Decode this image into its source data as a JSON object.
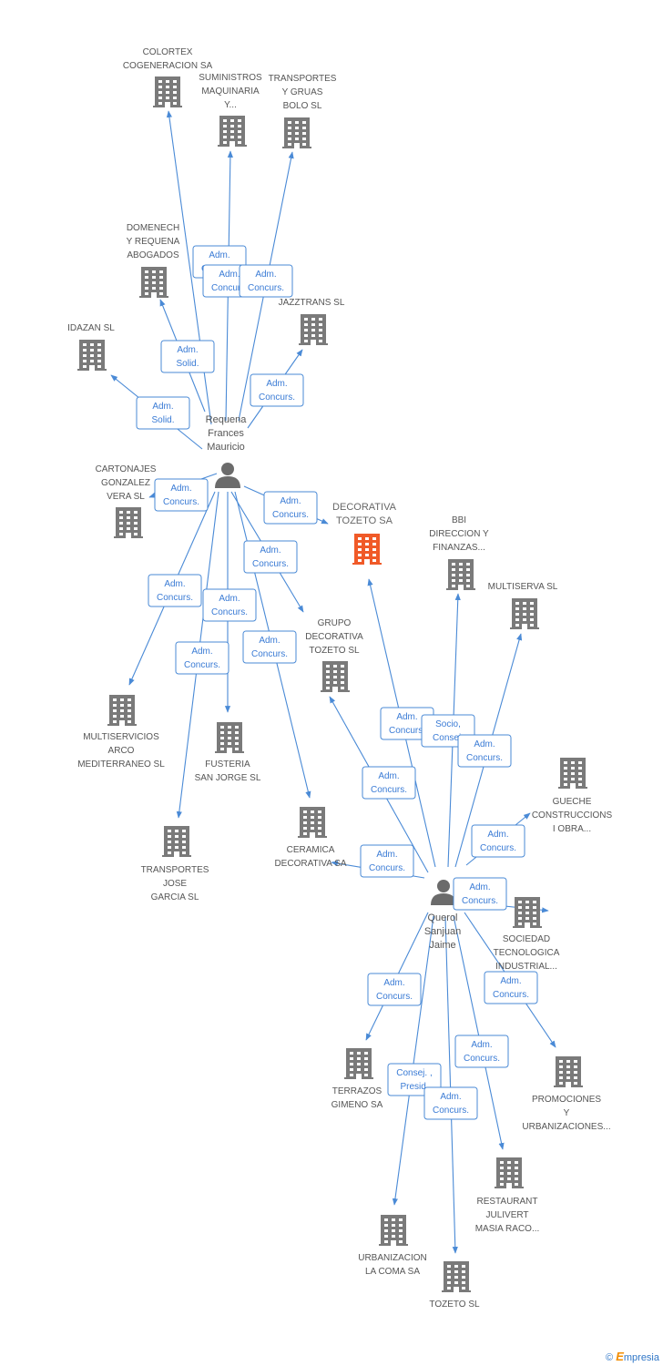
{
  "colors": {
    "edge": "#4a8ad6",
    "building": "#7a7a7a",
    "highlight": "#f05a28",
    "person": "#6b6b6b"
  },
  "people": [
    {
      "id": "p1",
      "lines": [
        "Requena",
        "Frances",
        "Mauricio"
      ]
    },
    {
      "id": "p2",
      "lines": [
        "Querol",
        "Sanjuan",
        "Jaime"
      ]
    }
  ],
  "companies": [
    {
      "id": "colortex",
      "lines": [
        "COLORTEX",
        "COGENERACION SA"
      ]
    },
    {
      "id": "suministros",
      "lines": [
        "SUMINISTROS",
        "MAQUINARIA",
        "Y..."
      ]
    },
    {
      "id": "transportes_bolo",
      "lines": [
        "TRANSPORTES",
        "Y GRUAS",
        "BOLO SL"
      ]
    },
    {
      "id": "domenech",
      "lines": [
        "DOMENECH",
        "Y REQUENA",
        "ABOGADOS"
      ]
    },
    {
      "id": "idazan",
      "lines": [
        "IDAZAN SL"
      ]
    },
    {
      "id": "jazztrans",
      "lines": [
        "JAZZTRANS SL"
      ]
    },
    {
      "id": "cartonajes",
      "lines": [
        "CARTONAJES",
        "GONZALEZ",
        "VERA SL"
      ]
    },
    {
      "id": "decorativa",
      "lines": [
        "DECORATIVA",
        "TOZETO SA"
      ],
      "highlight": true
    },
    {
      "id": "bbi",
      "lines": [
        "BBI",
        "DIRECCION Y",
        "FINANZAS..."
      ]
    },
    {
      "id": "multiserva",
      "lines": [
        "MULTISERVA SL"
      ]
    },
    {
      "id": "grupo",
      "lines": [
        "GRUPO",
        "DECORATIVA",
        "TOZETO SL"
      ]
    },
    {
      "id": "multiservicios",
      "lines": [
        "MULTISERVICIOS",
        "ARCO",
        "MEDITERRANEO SL"
      ]
    },
    {
      "id": "fusteria",
      "lines": [
        "FUSTERIA",
        "SAN JORGE SL"
      ]
    },
    {
      "id": "transportes_jose",
      "lines": [
        "TRANSPORTES",
        "JOSE",
        "GARCIA SL"
      ]
    },
    {
      "id": "ceramica",
      "lines": [
        "CERAMICA",
        "DECORATIVA SA"
      ]
    },
    {
      "id": "gueche",
      "lines": [
        "GUECHE",
        "CONSTRUCCIONS",
        "I OBRA..."
      ]
    },
    {
      "id": "sociedad",
      "lines": [
        "SOCIEDAD",
        "TECNOLOGICA",
        "INDUSTRIAL..."
      ]
    },
    {
      "id": "terrazos",
      "lines": [
        "TERRAZOS",
        "GIMENO SA"
      ]
    },
    {
      "id": "promociones",
      "lines": [
        "PROMOCIONES",
        "Y",
        "URBANIZACIONES..."
      ]
    },
    {
      "id": "restaurant",
      "lines": [
        "RESTAURANT",
        "JULIVERT",
        "MASIA RACO..."
      ]
    },
    {
      "id": "urbanizacion",
      "lines": [
        "URBANIZACION",
        "LA COMA SA"
      ]
    },
    {
      "id": "tozeto",
      "lines": [
        "TOZETO SL"
      ]
    }
  ],
  "relations": [
    {
      "from": "p1",
      "to": "colortex",
      "lines": [
        "Adm.",
        "Concurs."
      ]
    },
    {
      "from": "p1",
      "to": "suministros",
      "lines": [
        "Adm.",
        "Concurs."
      ]
    },
    {
      "from": "p1",
      "to": "transportes_bolo",
      "lines": [
        "Adm.",
        "Concurs."
      ]
    },
    {
      "from": "p1",
      "to": "domenech",
      "lines": [
        "Adm.",
        "Solid."
      ]
    },
    {
      "from": "p1",
      "to": "idazan",
      "lines": [
        "Adm.",
        "Solid."
      ]
    },
    {
      "from": "p1",
      "to": "jazztrans",
      "lines": [
        "Adm.",
        "Concurs."
      ]
    },
    {
      "from": "p1",
      "to": "cartonajes",
      "lines": [
        "Adm.",
        "Concurs."
      ]
    },
    {
      "from": "p1",
      "to": "decorativa",
      "lines": [
        "Adm.",
        "Concurs."
      ]
    },
    {
      "from": "p1",
      "to": "grupo",
      "lines": [
        "Adm.",
        "Concurs."
      ]
    },
    {
      "from": "p1",
      "to": "multiservicios",
      "lines": [
        "Adm.",
        "Concurs."
      ]
    },
    {
      "from": "p1",
      "to": "fusteria",
      "lines": [
        "Adm.",
        "Concurs."
      ]
    },
    {
      "from": "p1",
      "to": "transportes_jose",
      "lines": [
        "Adm.",
        "Concurs."
      ]
    },
    {
      "from": "p1",
      "to": "ceramica",
      "lines": [
        "Adm.",
        "Concurs."
      ]
    },
    {
      "from": "p2",
      "to": "decorativa",
      "lines": [
        "Adm.",
        "Concurs."
      ]
    },
    {
      "from": "p2",
      "to": "bbi",
      "lines": [
        "Socio,",
        "Consej."
      ]
    },
    {
      "from": "p2",
      "to": "multiserva",
      "lines": [
        "Adm.",
        "Concurs."
      ]
    },
    {
      "from": "p2",
      "to": "grupo",
      "lines": [
        "Adm.",
        "Concurs."
      ]
    },
    {
      "from": "p2",
      "to": "ceramica",
      "lines": [
        "Adm.",
        "Concurs."
      ]
    },
    {
      "from": "p2",
      "to": "gueche",
      "lines": [
        "Adm.",
        "Concurs."
      ]
    },
    {
      "from": "p2",
      "to": "sociedad",
      "lines": [
        "Adm.",
        "Concurs."
      ]
    },
    {
      "from": "p2",
      "to": "terrazos",
      "lines": [
        "Adm.",
        "Concurs."
      ]
    },
    {
      "from": "p2",
      "to": "promociones",
      "lines": [
        "Adm.",
        "Concurs."
      ]
    },
    {
      "from": "p2",
      "to": "restaurant",
      "lines": [
        "Adm.",
        "Concurs."
      ]
    },
    {
      "from": "p2",
      "to": "urbanizacion",
      "lines": [
        "Consej. ,",
        "Presid."
      ]
    },
    {
      "from": "p2",
      "to": "tozeto",
      "lines": [
        "Adm.",
        "Concurs."
      ]
    }
  ],
  "footer": {
    "copyright": "©",
    "brand_initial": "E",
    "brand_rest": "mpresia"
  }
}
